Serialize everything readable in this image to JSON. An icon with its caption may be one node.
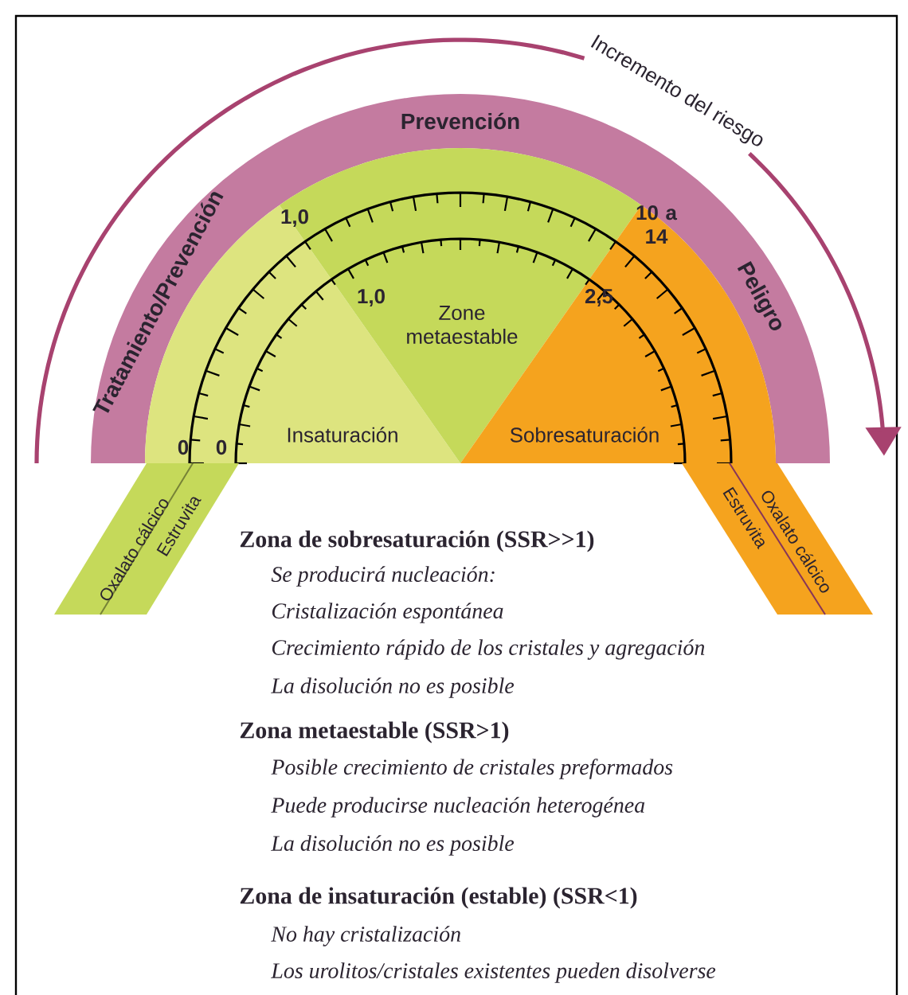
{
  "diagram": {
    "nodes": [
      {
        "text": [
          "Tratamiento/Prevención",
          "Prevención",
          "Peligro"
        ]
      },
      {
        "text": [
          "Insaturación"
        ]
      },
      {
        "text": [
          "Zone metaestable"
        ]
      },
      {
        "text": [
          "Sobresaturación"
        ]
      },
      {
        "text": [
          "Oxalato cálcico",
          "Estruvita"
        ]
      },
      {
        "text": [
          "Estruvita",
          "Oxalato cálcico"
        ]
      }
    ],
    "labels": [
      "Incremento del riesgo",
      "1,0",
      "10 a 14",
      "1,0",
      "2,5",
      "0",
      "0",
      "Zona de sobresaturación (SSR>>1)",
      "Se producirá nucleación:",
      "Cristalización espontánea",
      "Crecimiento rápido de los cristales y agregación",
      "La disolución no es posible",
      "Zona metaestable (SSR>1)",
      "Posible crecimiento de cristales preformados",
      "Puede producirse nucleación heterogénea",
      "La disolución no es posible",
      "Zona de insaturación (estable) (SSR<1)",
      "No hay cristalización",
      "Los urolitos/cristales existentes pueden disolverse"
    ]
  }
}
